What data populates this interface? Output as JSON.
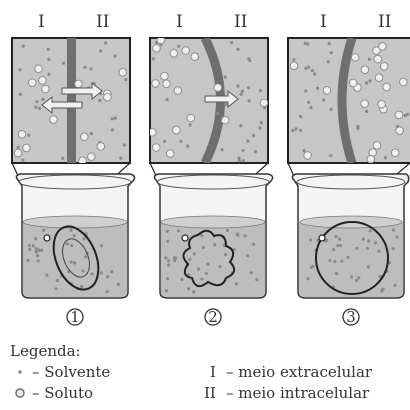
{
  "columns": [
    {
      "label_extra": "I",
      "label_intra": "II",
      "number": "1"
    },
    {
      "label_extra": "I",
      "label_intra": "II",
      "number": "2"
    },
    {
      "label_extra": "I",
      "label_intra": "II",
      "number": "3"
    }
  ],
  "legend": {
    "title": "Legenda:",
    "solvent": "– Solvente",
    "solute": "– Soluto",
    "roman_1": "I",
    "roman_2": "II",
    "def_1": "– meio extracelular",
    "def_2": "– meio intracelular"
  },
  "colors": {
    "panel_bg": "#c6c6c6",
    "membrane": "#6f6f6f",
    "solute": "#efefef",
    "solvent_dot": "#8a8a8a",
    "liquid": "#b9b9b9",
    "outline": "#222222"
  },
  "icon_names": [
    "arrow-right-icon",
    "arrow-left-icon",
    "beaker-icon",
    "cell-icon"
  ]
}
